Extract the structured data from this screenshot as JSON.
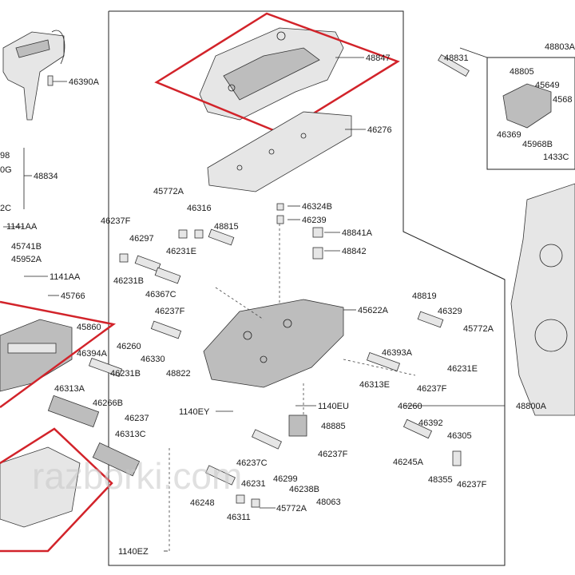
{
  "parts": {
    "p48847": "48847",
    "p46276": "46276",
    "p46390A": "46390A",
    "p48834": "48834",
    "p98": "98",
    "p0G": "0G",
    "p2C": "2C",
    "p1141AA_a": "1141AA",
    "p45741B": "45741B",
    "p45952A": "45952A",
    "p1141AA_b": "1141AA",
    "p45766": "45766",
    "p45860": "45860",
    "p46394A": "46394A",
    "p46231B_a": "46231B",
    "p46266B": "46266B",
    "p46237_a": "46237",
    "p46313A": "46313A",
    "p46313C": "46313C",
    "p45772A_a": "45772A",
    "p46237F_a": "46237F",
    "p46316": "46316",
    "p48815": "48815",
    "p46231E_a": "46231E",
    "p46297": "46297",
    "p46231B_b": "46231B",
    "p46367C": "46367C",
    "p46237F_b": "46237F",
    "p46260_a": "46260",
    "p46330": "46330",
    "p48822": "48822",
    "p46324B": "46324B",
    "p46239": "46239",
    "p48841A": "48841A",
    "p48842": "48842",
    "p45622A": "45622A",
    "p48819": "48819",
    "p46329": "46329",
    "p45772A_b": "45772A",
    "p46231E_b": "46231E",
    "p46393A": "46393A",
    "p46313E": "46313E",
    "p46237F_c": "46237F",
    "p46260_b": "46260",
    "p1140EY": "1140EY",
    "p1140EU": "1140EU",
    "p48885": "48885",
    "p48800A": "48800A",
    "p46392": "46392",
    "p46305": "46305",
    "p46245A": "46245A",
    "p48355": "48355",
    "p46237F_d": "46237F",
    "p46237C": "46237C",
    "p46299": "46299",
    "p46237F_e": "46237F",
    "p46238B": "46238B",
    "p46231_c": "46231",
    "p48063": "48063",
    "p46248": "46248",
    "p46311": "46311",
    "p45772A_c": "45772A",
    "p1140EZ": "1140EZ",
    "p48831": "48831",
    "p48803A": "48803A",
    "p48805": "48805",
    "p45649": "45649",
    "p45680": "4568",
    "p46369": "46369",
    "p45968B": "45968B",
    "p1433C": "1433C"
  },
  "watermark": "razborki.com"
}
